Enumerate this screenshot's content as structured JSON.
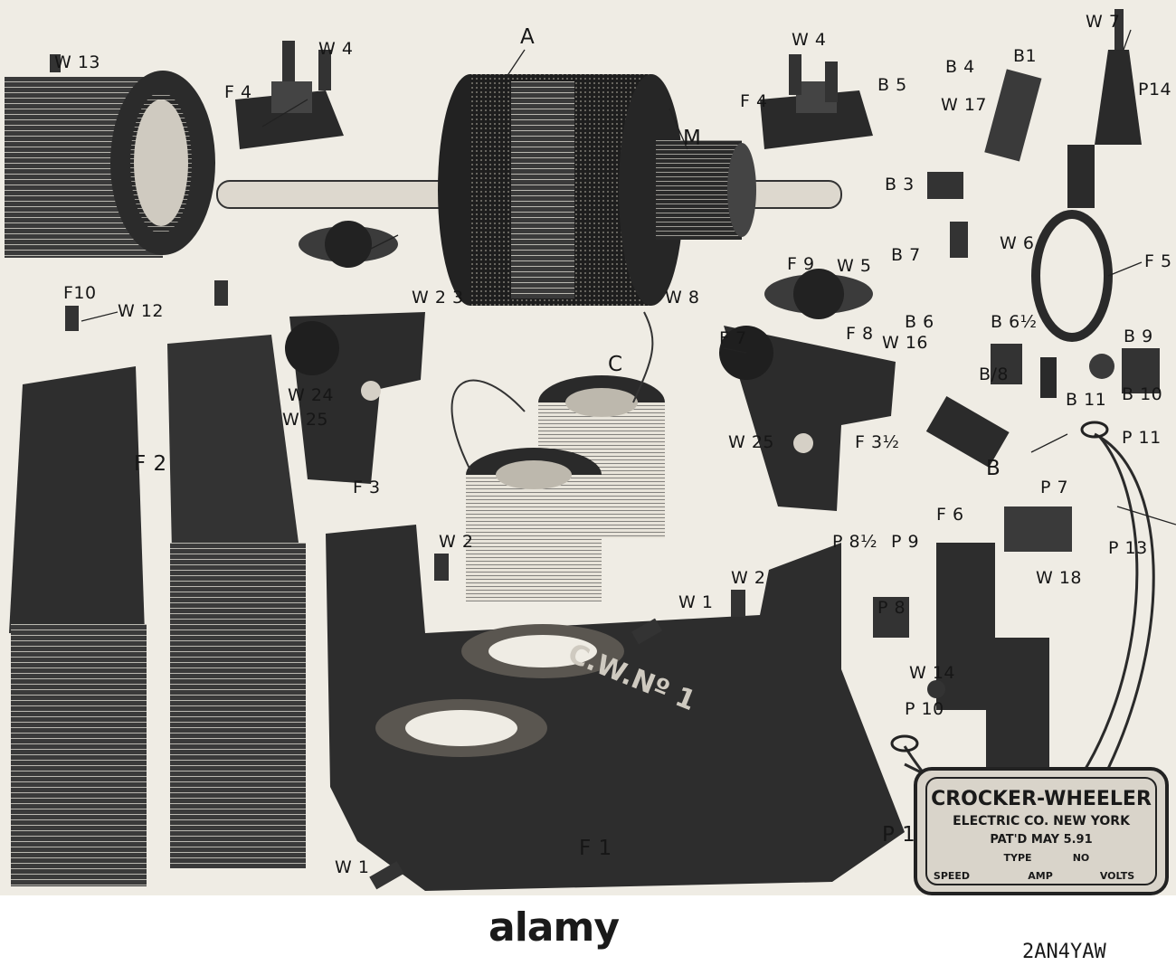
{
  "labels": {
    "W13": "W 13",
    "W4a": "W 4",
    "A": "A",
    "W4b": "W 4",
    "W7": "W 7",
    "B1": "B1",
    "B4": "B 4",
    "B5": "B 5",
    "W17": "W 17",
    "P14": "P14",
    "F4a": "F 4",
    "F4b": "F 4",
    "M": "M",
    "B3": "B 3",
    "F10": "F10",
    "W6": "W 6",
    "B7": "B 7",
    "F5": "F 5",
    "F9": "F 9",
    "W5": "W 5",
    "W8": "W 8",
    "W23": "W 2 3",
    "W12": "W 12",
    "F7": "F 7",
    "F8": "F 8",
    "B6": "B 6",
    "B6h": "B 6½",
    "W16": "W 16",
    "B9": "B 9",
    "B8": "B/8",
    "C": "C",
    "B11": "B 11",
    "B10": "B 10",
    "W24": "W 24",
    "W25a": "W 25",
    "W25b": "W 25",
    "F3h": "F 3½",
    "B": "B",
    "P11": "P 11",
    "F2": "F 2",
    "F3": "F 3",
    "P7": "P 7",
    "F6": "F 6",
    "P13": "P 13",
    "P8h": "P 8½",
    "P9": "P 9",
    "W2a": "W 2",
    "W2b": "W 2",
    "W18": "W 18",
    "W1a": "W 1",
    "P8": "P 8",
    "W14": "W 14",
    "P10": "P 10",
    "F1": "F 1",
    "W1b": "W 1",
    "P1": "P 1"
  },
  "base_marking": "C.W.Nº 1",
  "nameplate": {
    "line1": "CROCKER-WHEELER",
    "line2": "ELECTRIC CO. NEW YORK",
    "line3": "PAT'D MAY 5.91",
    "line4a": "TYPE",
    "line4b": "NO",
    "line5a": "SPEED",
    "line5b": "AMP",
    "line5c": "VOLTS"
  },
  "watermark": {
    "logo": "alamy",
    "id": "2AN4YAW"
  }
}
